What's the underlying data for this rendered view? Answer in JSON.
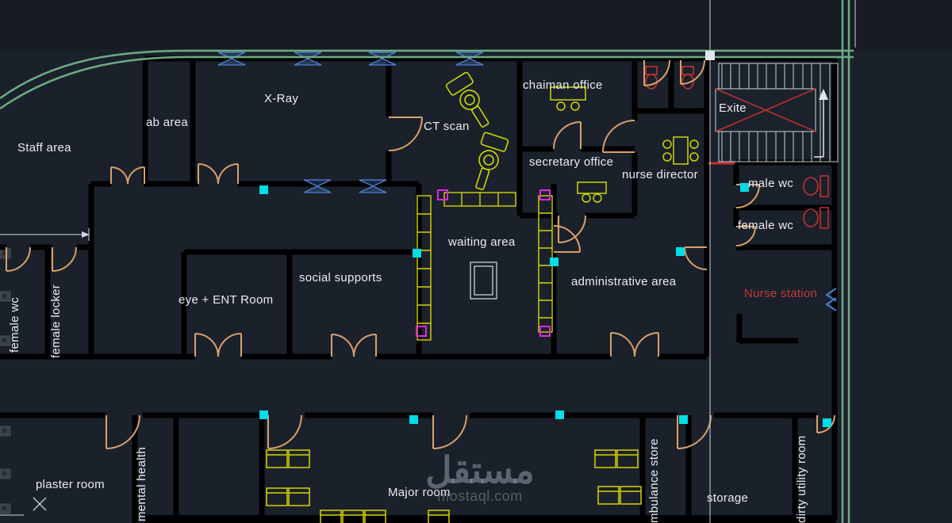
{
  "app": {
    "view": "cad-floor-plan-canvas"
  },
  "colors": {
    "background": "#1b212b",
    "wall": "#000000",
    "road_green": "#6cab81",
    "door_tan": "#d9a06a",
    "window_blue": "#4d7fd0",
    "equipment_yellow": "#ccd600",
    "marker_cyan": "#00dde6",
    "fixture_red": "#c03030",
    "marker_magenta": "#dd2add",
    "text_white": "#e9edf2",
    "nurse_station_red": "#c03a3a",
    "watermark_gray": "#9ea8b4"
  },
  "rooms": {
    "staff_area": "Staff area",
    "lab_area": "ab area",
    "xray": "X-Ray",
    "ct_scan": "CT scan",
    "chairman_office": "chaiman office",
    "secretary_office": "secretary office",
    "nurse_director": "nurse director",
    "exit": "Exite",
    "male_wc": "male wc",
    "female_wc_right": "female wc",
    "waiting_area": "waiting area",
    "social_supports": "social supports",
    "eye_ent_room": "eye + ENT Room",
    "administrative_area": "administrative area",
    "nurse_station": "Nurse station",
    "female_wc_left": "female wc",
    "female_locker": "female locker",
    "plaster_room": "plaster room",
    "mental_health": "mental health",
    "major_room": "Major room",
    "ambulance_store": "mbulance store",
    "storage": "storage",
    "dirty_utility_room": "dirty utility room"
  },
  "watermark": {
    "arabic": "مستقل",
    "domain": "mostaql.com"
  }
}
